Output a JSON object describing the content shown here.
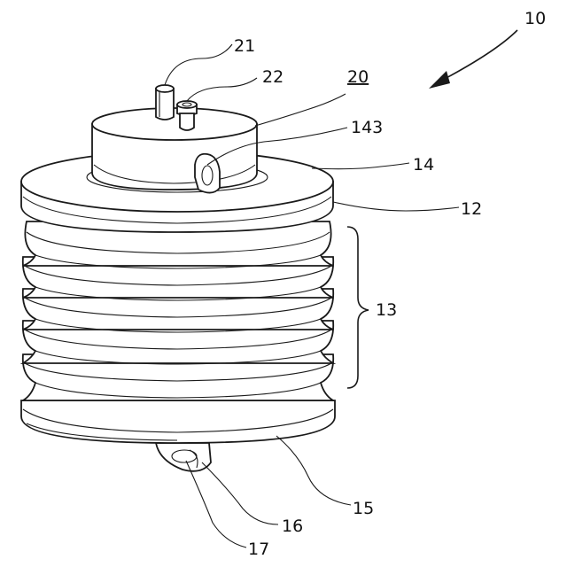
{
  "figure": {
    "labels": {
      "l10": "10",
      "l20": "20",
      "l21": "21",
      "l22": "22",
      "l143": "143",
      "l14": "14",
      "l12": "12",
      "l13": "13",
      "l15": "15",
      "l16": "16",
      "l17": "17"
    },
    "colors": {
      "line": "#1a1a1a",
      "background": "#ffffff"
    }
  }
}
